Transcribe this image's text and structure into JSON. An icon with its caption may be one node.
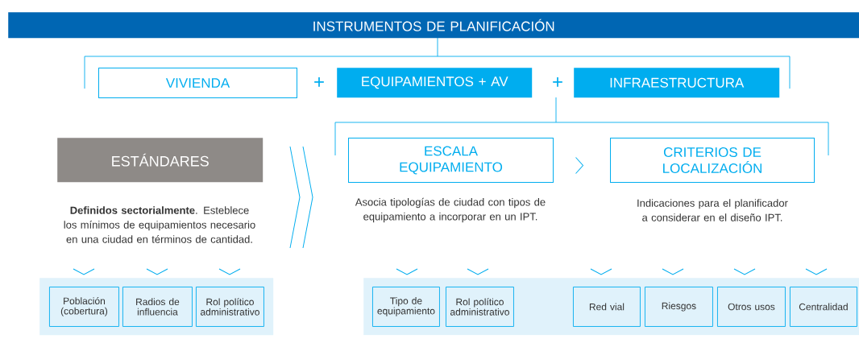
{
  "diagram": {
    "nodes": [
      {
        "text": [
          "INSTRUMENTOS DE PLANIFICACIÓN"
        ]
      },
      {
        "text": [
          "VIVIENDA"
        ]
      },
      {
        "text": [
          "EQUIPAMIENTOS + AV"
        ]
      },
      {
        "text": [
          "INFRAESTRUCTURA"
        ]
      },
      {
        "text": [
          "ESTÁNDARES"
        ],
        "beside": [
          "**Definidos sectorialmente**. Esteblece los mínimos de equipamientos necesario en una ciudad en términos de cantidad."
        ]
      },
      {
        "text": [
          "ESCALA EQUIPAMIENTO"
        ],
        "beside": [
          "Asocia tipologías de ciudad con tipos de equipamiento a incorporar en un IPT."
        ]
      },
      {
        "text": [
          "CRITERIOS DE LOCALIZACIÓN"
        ],
        "beside": [
          "Indicaciones para el planificador a considerar en el diseño IPT."
        ]
      },
      {
        "text": [],
        "shape": "box"
      },
      {
        "text": [
          "Población (cobertura)"
        ],
        "in": 7
      },
      {
        "text": [
          "Radios de influencia"
        ],
        "in": 7
      },
      {
        "text": [
          "Rol político administrativo"
        ],
        "in": 7
      },
      {
        "text": [],
        "shape": "box"
      },
      {
        "text": [
          "Tipo de equipamiento"
        ],
        "in": 11
      },
      {
        "text": [
          "Rol político administrativo"
        ],
        "in": 11
      },
      {
        "text": [
          "Red vial"
        ],
        "in": 11
      },
      {
        "text": [
          "Riesgos"
        ],
        "in": 11
      },
      {
        "text": [
          "Otros usos"
        ],
        "in": 11
      },
      {
        "text": [
          "Centralidad"
        ],
        "in": 11
      }
    ],
    "edges": [
      {
        "from": 5,
        "to": 6,
        "arrow": "to"
      }
    ],
    "labels": [
      "+",
      "+"
    ]
  }
}
